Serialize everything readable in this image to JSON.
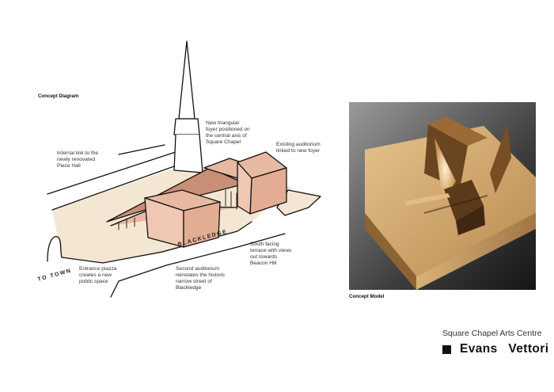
{
  "concept_diagram": {
    "title": "Concept Diagram",
    "notes": {
      "foyer": "New triangular\nfoyer positioned on\nthe central axis of\nSquare Chapel",
      "internal_link": "Internal link to the\nnewly renovated\nPiece Hall",
      "existing_auditorium": "Existing auditorium\nlinked to new foyer",
      "south_terrace": "South facing\nterrace with views\nout towards\nBeacon Hill",
      "piazza": "Entrance piazza\ncreates a new\npublic space",
      "second_auditorium": "Second auditorium\nreinstates the historic\nnarrow street of\nBlackledge"
    },
    "street_labels": {
      "blackledge": "BLACKLEDGE",
      "to_town": "TO TOWN"
    }
  },
  "concept_model": {
    "title": "Concept Model"
  },
  "footer": {
    "project": "Square Chapel Arts Centre",
    "brand": "Evans Vettori"
  },
  "colors": {
    "ground": "#f3e7d3",
    "building_pink": "#e8b9a2",
    "building_dark": "#c98f76",
    "model_wood": "#c89a5c",
    "brand_black": "#111111"
  }
}
